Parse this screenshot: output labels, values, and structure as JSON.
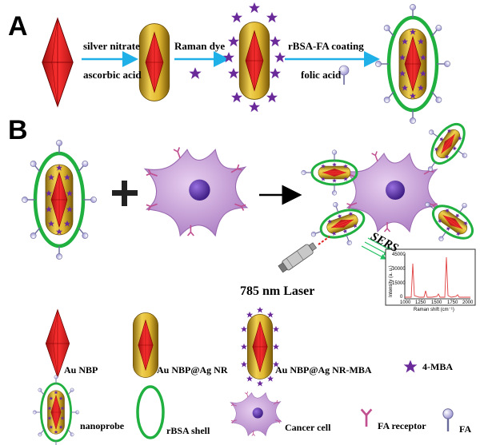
{
  "panels": {
    "a": "A",
    "b": "B"
  },
  "steps": {
    "step1_top": "silver nitrate",
    "step1_bottom": "ascorbic acid",
    "step2_top": "Raman dye",
    "step3_top": "rBSA-FA coating",
    "step3_bottom": "folic acid"
  },
  "laser_label": "785 nm Laser",
  "sers_label": "SERS",
  "spectrum": {
    "xlabel": "Raman shift (cm⁻¹)",
    "ylabel": "Intensity (a. u.)",
    "xticks": [
      "1000",
      "1250",
      "1500",
      "1750",
      "2000"
    ],
    "yticks": [
      "45000",
      "30000",
      "15000",
      "0"
    ],
    "line_color": "#e04040"
  },
  "legend": {
    "au_nbp": "Au NBP",
    "au_nbp_ag": "Au NBP@Ag NR",
    "au_nbp_ag_mba": "Au NBP@Ag NR-MBA",
    "mba": "4-MBA",
    "nanoprobe": "nanoprobe",
    "rbsa": "rBSA shell",
    "cancer": "Cancer cell",
    "fa_receptor": "FA receptor",
    "fa": "FA"
  },
  "colors": {
    "nbp": "#e02020",
    "rod": "#d4b020",
    "star": "#6a2a9a",
    "shell": "#20b040",
    "arrow": "#20b0e8",
    "cell": "#c8a0d8",
    "nucleus": "#5a2aa0",
    "fa_head": "#b8b0e0"
  }
}
